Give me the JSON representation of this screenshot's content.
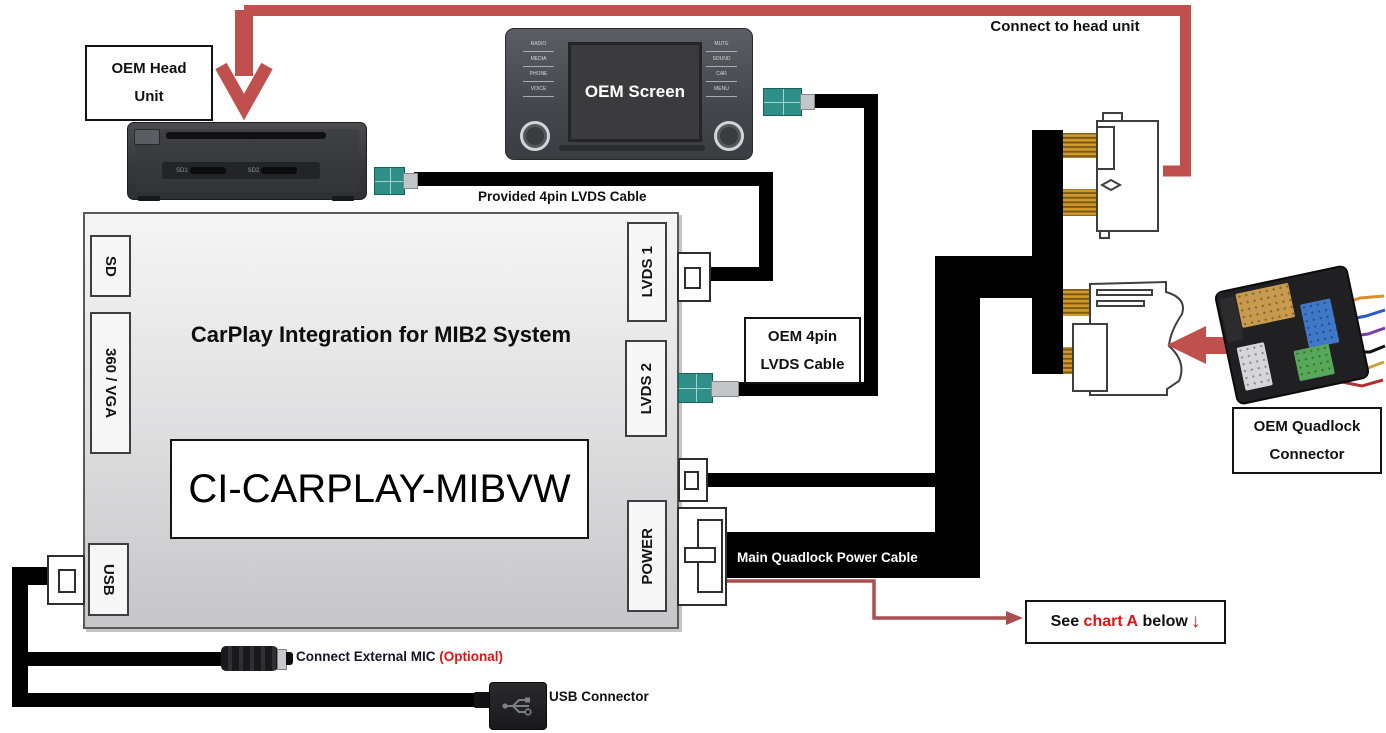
{
  "colors": {
    "accent_red": "#c0504d",
    "bright_red": "#e01313",
    "teal_connector": "#2e8f88",
    "cable_black": "#000000",
    "gold_pins": "#d29a2e",
    "device_gray": "#d9d9db"
  },
  "top": {
    "connect_to_head_unit": "Connect to head unit",
    "provided_cable": "Provided 4pin LVDS Cable"
  },
  "head_unit_label": {
    "line1": "OEM Head",
    "line2": "Unit"
  },
  "head_unit": {
    "slot1": "SD1",
    "slot2": "SD2"
  },
  "screen": {
    "title": "OEM Screen",
    "left_buttons": [
      "RADIO",
      "MEDIA",
      "PHONE",
      "VOICE"
    ],
    "right_buttons": [
      "MUTE",
      "SOUND",
      "CAR",
      "MENU"
    ]
  },
  "device": {
    "title": "CarPlay Integration for MIB2 System",
    "model": "CI-CARPLAY-MIBVW",
    "ports": {
      "sd": "SD",
      "vga": "360 / VGA",
      "usb": "USB",
      "lvds1": "LVDS 1",
      "lvds2": "LVDS 2",
      "power": "POWER"
    }
  },
  "cables": {
    "oem_4pin_line1": "OEM 4pin",
    "oem_4pin_line2": "LVDS Cable",
    "main_power": "Main Quadlock Power Cable"
  },
  "quadlock_label": {
    "line1": "OEM Quadlock",
    "line2": "Connector"
  },
  "chart_note": {
    "prefix": "See ",
    "highlight": "chart A",
    "suffix": " below",
    "arrow": "↓"
  },
  "bottom": {
    "mic_label": "Connect External MIC ",
    "mic_optional": "(Optional)",
    "usb_connector": "USB Connector"
  }
}
